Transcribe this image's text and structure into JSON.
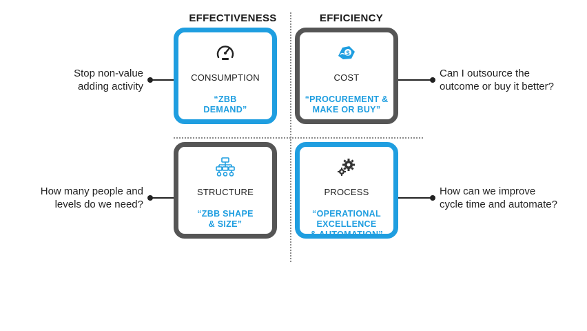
{
  "columns": {
    "left": "EFFECTIVENESS",
    "right": "EFFICIENCY"
  },
  "quadrants": {
    "top_left": {
      "name": "CONSUMPTION",
      "tagline": "“ZBB\nDEMAND”",
      "icon": "speedometer-icon",
      "accent": "#1f9ee0"
    },
    "top_right": {
      "name": "COST",
      "tagline": "“PROCUREMENT &\nMAKE OR BUY”",
      "icon": "money-hand-icon",
      "accent": "#555555"
    },
    "bottom_left": {
      "name": "STRUCTURE",
      "tagline": "“ZBB SHAPE\n& SIZE”",
      "icon": "org-chart-icon",
      "accent": "#555555"
    },
    "bottom_right": {
      "name": "PROCESS",
      "tagline": "“OPERATIONAL\nEXCELLENCE\n& AUTOMATION”",
      "icon": "gears-icon",
      "accent": "#1f9ee0"
    }
  },
  "questions": {
    "top_left": "Stop non-value\nadding activity",
    "top_right": "Can I outsource the\noutcome or buy it better?",
    "bottom_left": "How many people and\nlevels do we need?",
    "bottom_right": "How can we improve\ncycle time and automate?"
  },
  "colors": {
    "blue": "#1f9ee0",
    "gray": "#555555"
  }
}
